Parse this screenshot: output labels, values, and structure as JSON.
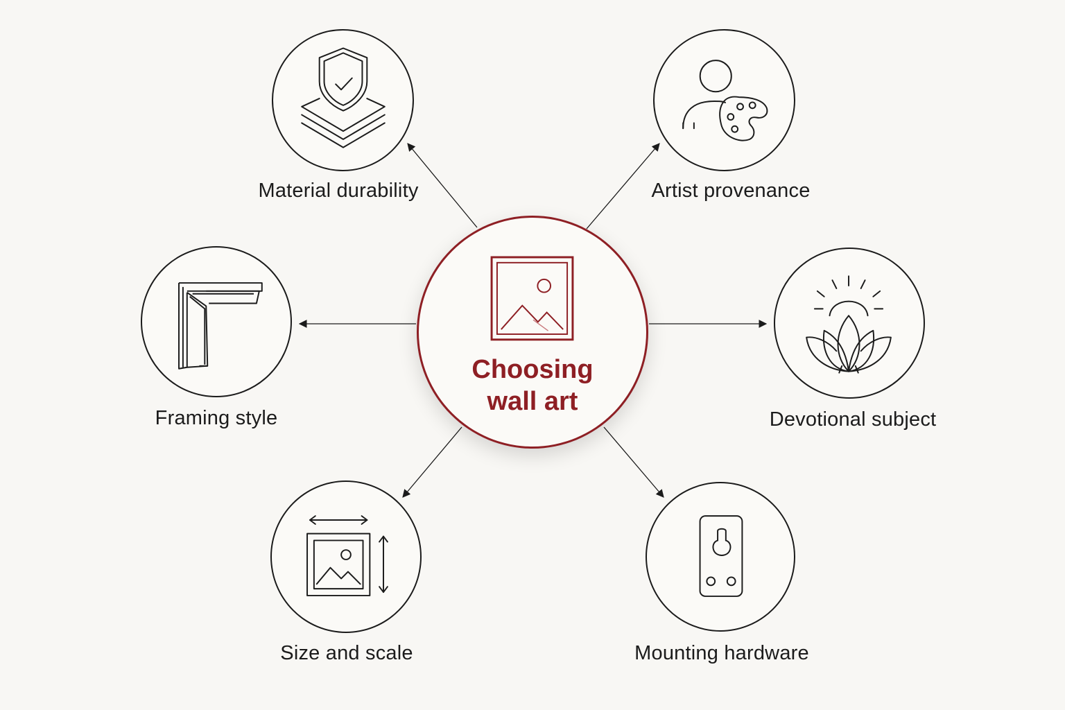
{
  "center": {
    "title": "Choosing\nwall art",
    "icon": "framed-landscape-icon"
  },
  "nodes": [
    {
      "key": "material",
      "label": "Material durability",
      "icon": "layered-shield-check-icon"
    },
    {
      "key": "artist",
      "label": "Artist provenance",
      "icon": "artist-palette-icon"
    },
    {
      "key": "framing",
      "label": "Framing style",
      "icon": "frame-corner-icon"
    },
    {
      "key": "devotional",
      "label": "Devotional subject",
      "icon": "lotus-sunrise-icon"
    },
    {
      "key": "size",
      "label": "Size and scale",
      "icon": "dimensioned-picture-icon"
    },
    {
      "key": "mounting",
      "label": "Mounting hardware",
      "icon": "keyhole-bracket-icon"
    }
  ],
  "colors": {
    "accent": "#8e1f24",
    "line": "#1b1b1b",
    "background": "#f8f7f4"
  }
}
